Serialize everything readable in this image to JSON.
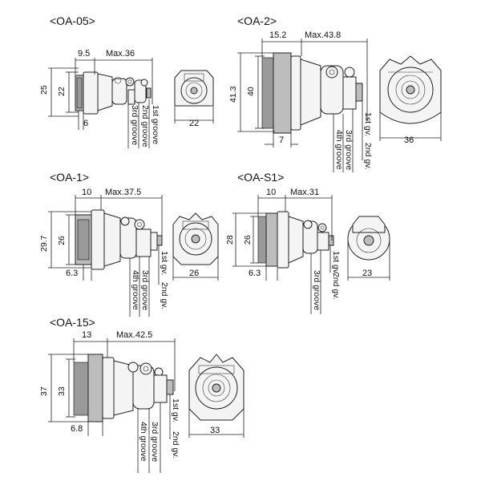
{
  "connectors": [
    {
      "key": "oa05",
      "title": "<OA-05>",
      "dims": {
        "width": "9.5",
        "max_length": "Max.36",
        "outer_height": "25",
        "inner_height": "22",
        "flange": "6",
        "end_width": "22"
      },
      "grooves": [
        "1st groove",
        "2nd groove",
        "3rd groove"
      ]
    },
    {
      "key": "oa2",
      "title": "<OA-2>",
      "dims": {
        "width": "15.2",
        "max_length": "Max.43.8",
        "outer_height": "41.3",
        "inner_height": "40",
        "flange": "7",
        "end_width": "36"
      },
      "grooves": [
        "1st gv.",
        "2nd gv.",
        "3rd groove",
        "4th groove"
      ]
    },
    {
      "key": "oa1",
      "title": "<OA-1>",
      "dims": {
        "width": "10",
        "max_length": "Max.37.5",
        "outer_height": "29.7",
        "inner_height": "26",
        "flange": "6.3",
        "end_width": "26"
      },
      "grooves": [
        "1st gv.",
        "2nd gv.",
        "3rd groove",
        "4th groove"
      ]
    },
    {
      "key": "oas1",
      "title": "<OA-S1>",
      "dims": {
        "width": "10",
        "max_length": "Max.31",
        "outer_height": "28",
        "inner_height": "26",
        "flange": "6.3",
        "end_width": "23"
      },
      "grooves": [
        "1st gv.",
        "2nd gv.",
        "3rd groove"
      ]
    },
    {
      "key": "oa15",
      "title": "<OA-15>",
      "dims": {
        "width": "13",
        "max_length": "Max.42.5",
        "outer_height": "37",
        "inner_height": "33",
        "flange": "6.8",
        "end_width": "33"
      },
      "grooves": [
        "1st gv.",
        "2nd gv.",
        "3rd groove",
        "4th groove"
      ]
    }
  ]
}
